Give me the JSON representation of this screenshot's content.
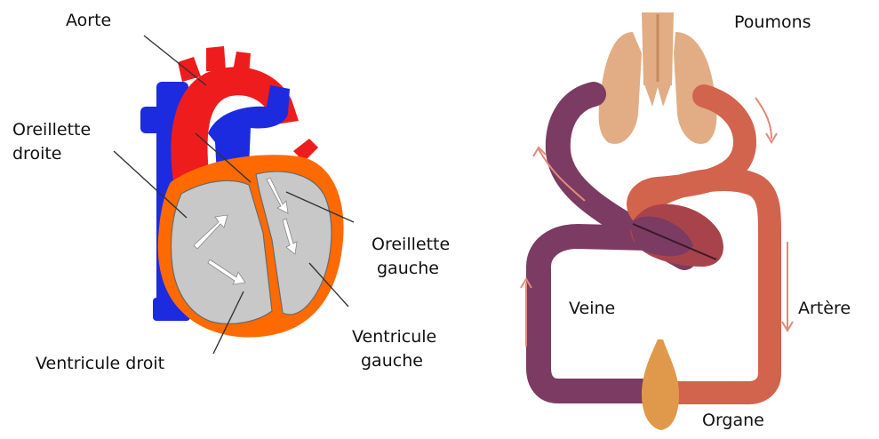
{
  "colors": {
    "aorta": "#ee1c1c",
    "vena_cava": "#1c2be0",
    "ventricle_wall": "#ff6a00",
    "chamber": "#c8c8c8",
    "lungs": "#e2ad84",
    "vein": "#7b3b62",
    "artery": "#d2634c",
    "organ": "#e0994a",
    "flow_arrow": "#e2897a"
  },
  "heart": {
    "aorta": "Aorte",
    "right_atrium": {
      "line1": "Oreillette",
      "line2": "droite"
    },
    "left_atrium": {
      "line1": "Oreillette",
      "line2": "gauche"
    },
    "left_ventricle": {
      "line1": "Ventricule",
      "line2": "gauche"
    },
    "right_ventricle": "Ventricule droit"
  },
  "circulation": {
    "lungs": "Poumons",
    "vein": "Veine",
    "artery": "Artère",
    "organ": "Organe"
  }
}
